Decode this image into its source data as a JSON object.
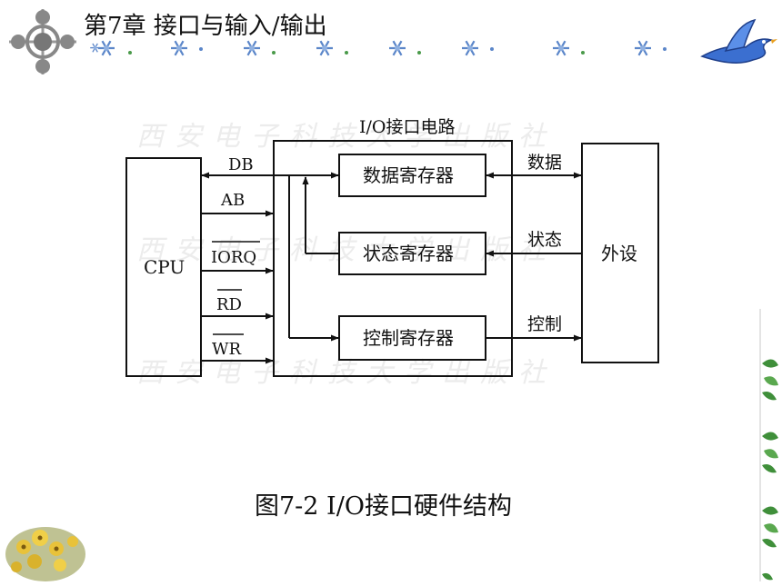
{
  "header": {
    "title": "第7章  接口与输入/输出"
  },
  "diagram": {
    "interface_title": "I/O接口电路",
    "cpu_label": "CPU",
    "device_label": "外设",
    "bus_labels": {
      "db": "DB",
      "ab": "AB",
      "iorq": "IORQ",
      "rd": "RD",
      "wr": "WR"
    },
    "registers": {
      "data": "数据寄存器",
      "status": "状态寄存器",
      "control": "控制寄存器"
    },
    "signals": {
      "data": "数据",
      "status": "状态",
      "control": "控制"
    },
    "watermark": "西安电子科技大学出版社"
  },
  "caption": "图7-2  I/O接口硬件结构",
  "colors": {
    "line": "#111111",
    "snowflake": "#5b86c9",
    "bird": "#3b6fd0",
    "logo_gray": "#9a9a9a",
    "leaf_green": "#3f8f3a",
    "flower_yellow": "#e8c23a"
  }
}
